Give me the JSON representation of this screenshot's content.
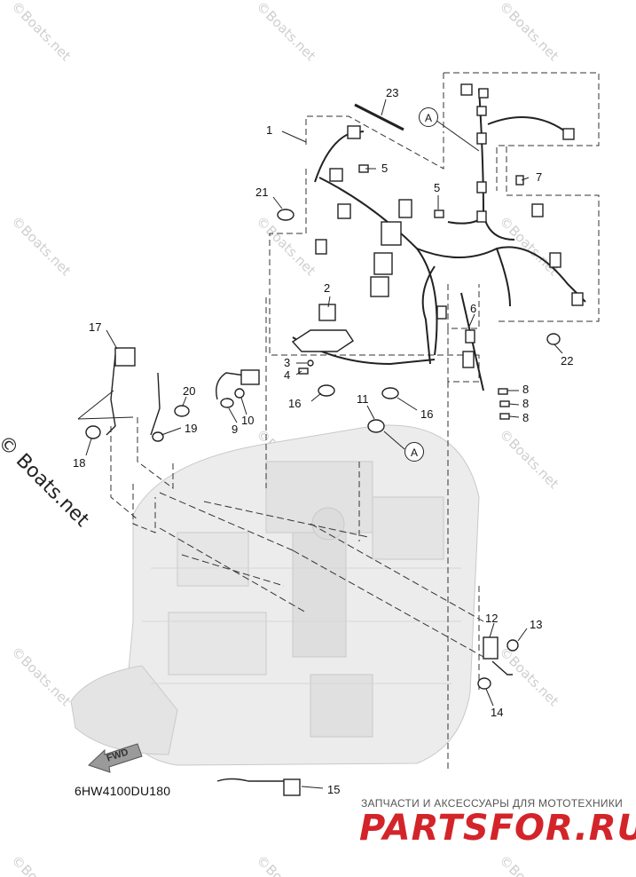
{
  "diagram": {
    "code": "6HW4100DU180",
    "fwd_label": "FWD",
    "ref_circle": "A",
    "watermark": "© Boats.net",
    "watermark_small": "©Boats.net"
  },
  "callouts": [
    {
      "id": "1",
      "text": "1"
    },
    {
      "id": "2",
      "text": "2"
    },
    {
      "id": "3",
      "text": "3"
    },
    {
      "id": "4",
      "text": "4"
    },
    {
      "id": "5a",
      "text": "5"
    },
    {
      "id": "5b",
      "text": "5"
    },
    {
      "id": "6",
      "text": "6"
    },
    {
      "id": "7",
      "text": "7"
    },
    {
      "id": "8a",
      "text": "8"
    },
    {
      "id": "8b",
      "text": "8"
    },
    {
      "id": "8c",
      "text": "8"
    },
    {
      "id": "9",
      "text": "9"
    },
    {
      "id": "10",
      "text": "10"
    },
    {
      "id": "11",
      "text": "11"
    },
    {
      "id": "12",
      "text": "12"
    },
    {
      "id": "13",
      "text": "13"
    },
    {
      "id": "14",
      "text": "14"
    },
    {
      "id": "15",
      "text": "15"
    },
    {
      "id": "16a",
      "text": "16"
    },
    {
      "id": "16b",
      "text": "16"
    },
    {
      "id": "17",
      "text": "17"
    },
    {
      "id": "18",
      "text": "18"
    },
    {
      "id": "19",
      "text": "19"
    },
    {
      "id": "20",
      "text": "20"
    },
    {
      "id": "21",
      "text": "21"
    },
    {
      "id": "22",
      "text": "22"
    },
    {
      "id": "23",
      "text": "23"
    }
  ],
  "banner": {
    "top": "ЗАПЧАСТИ И АКСЕССУАРЫ ДЛЯ МОТОТЕХНИКИ",
    "logo": "PARTSFOR.RU"
  }
}
